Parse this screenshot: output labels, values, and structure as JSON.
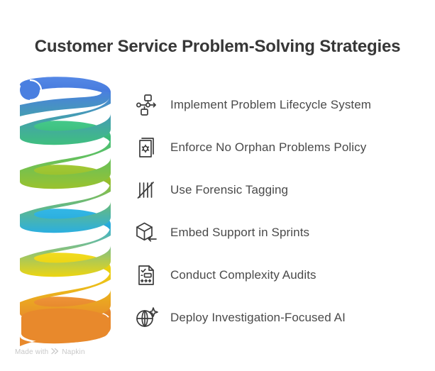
{
  "page": {
    "title": "Customer Service Problem-Solving Strategies",
    "background_color": "#ffffff",
    "title_color": "#373737",
    "label_color": "#4a4a4a",
    "icon_color": "#3c3c3c"
  },
  "graphic": {
    "name": "spiral-helix",
    "turns": 6,
    "colors": [
      "#4A7FE0",
      "#3FBF7F",
      "#9AC22E",
      "#2BAFE0",
      "#EDD511",
      "#E8892C"
    ]
  },
  "strategies": [
    {
      "icon": "workflow-nodes-icon",
      "label": "Implement Problem Lifecycle System"
    },
    {
      "icon": "stacked-documents-bug-icon",
      "label": "Enforce No Orphan Problems Policy"
    },
    {
      "icon": "tally-marks-icon",
      "label": "Use Forensic Tagging"
    },
    {
      "icon": "cube-arrow-icon",
      "label": "Embed Support in Sprints"
    },
    {
      "icon": "checklist-document-icon",
      "label": "Conduct Complexity Audits"
    },
    {
      "icon": "globe-sparkle-icon",
      "label": "Deploy Investigation-Focused AI"
    }
  ],
  "watermark": {
    "prefix": "Made with",
    "brand": "Napkin",
    "color": "#c8c8c8"
  }
}
